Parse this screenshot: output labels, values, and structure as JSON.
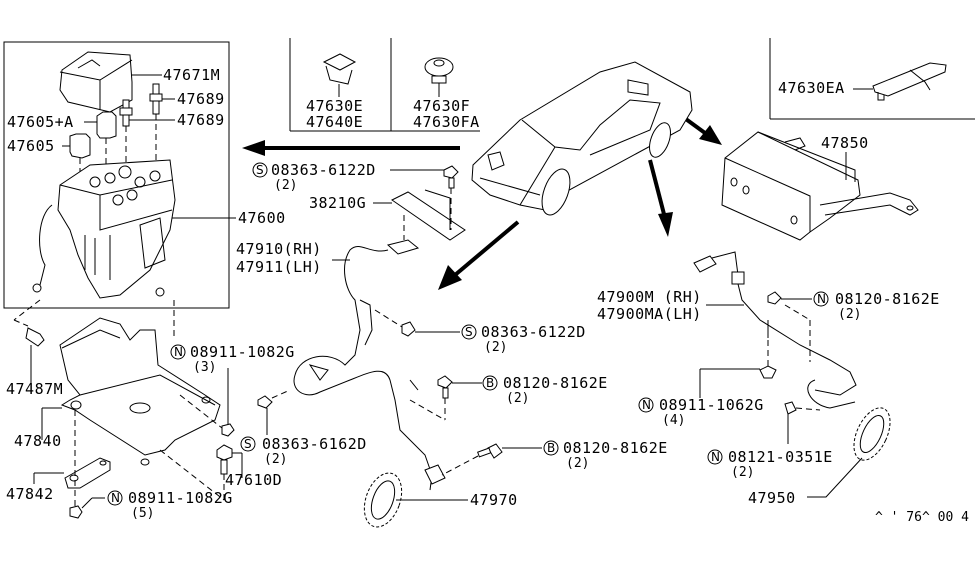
{
  "diagram": {
    "boxes": {
      "abs_actuator_box": {
        "part": "47600"
      },
      "clips_box": {
        "left_parts": [
          "47630E",
          "47640E"
        ],
        "right_parts": [
          "47630F",
          "47630FA"
        ]
      },
      "clip_ea_box": {
        "part": "47630EA"
      }
    },
    "labels": {
      "p47671M": "47671M",
      "p47689a": "47689",
      "p47689b": "47689",
      "p47605A": "47605+A",
      "p47605": "47605",
      "p47600": "47600",
      "p47487M": "47487M",
      "p47840": "47840",
      "p47842": "47842",
      "p47610D": "47610D",
      "p38210G": "38210G",
      "p47910": "47910(RH)",
      "p47911": "47911(LH)",
      "p47970": "47970",
      "p47850": "47850",
      "p47630EA": "47630EA",
      "p47900M": "47900M (RH)",
      "p47900MA": "47900MA(LH)",
      "p47950": "47950",
      "p47630E": "47630E",
      "p47640E": "47640E",
      "p47630F": "47630F",
      "p47630FA": "47630FA"
    },
    "fasteners": [
      {
        "id": "f1",
        "prefix": "S",
        "part": "08363-6122D",
        "qty": "(2)"
      },
      {
        "id": "f2",
        "prefix": "S",
        "part": "08363-6122D",
        "qty": "(2)"
      },
      {
        "id": "f3",
        "prefix": "N",
        "part": "08911-1082G",
        "qty": "(3)"
      },
      {
        "id": "f4",
        "prefix": "B",
        "part": "08120-8162E",
        "qty": "(2)"
      },
      {
        "id": "f5",
        "prefix": "S",
        "part": "08363-6162D",
        "qty": "(2)"
      },
      {
        "id": "f6",
        "prefix": "B",
        "part": "08120-8162E",
        "qty": "(2)"
      },
      {
        "id": "f7",
        "prefix": "N",
        "part": "08911-1082G",
        "qty": "(5)"
      },
      {
        "id": "f8",
        "prefix": "N",
        "part": "08120-8162E",
        "qty": "(2)"
      },
      {
        "id": "f9",
        "prefix": "N",
        "part": "08911-1062G",
        "qty": "(4)"
      },
      {
        "id": "f10",
        "prefix": "N",
        "part": "08121-0351E",
        "qty": "(2)"
      }
    ],
    "footer_code": "^ ' 76^ 00 4"
  }
}
